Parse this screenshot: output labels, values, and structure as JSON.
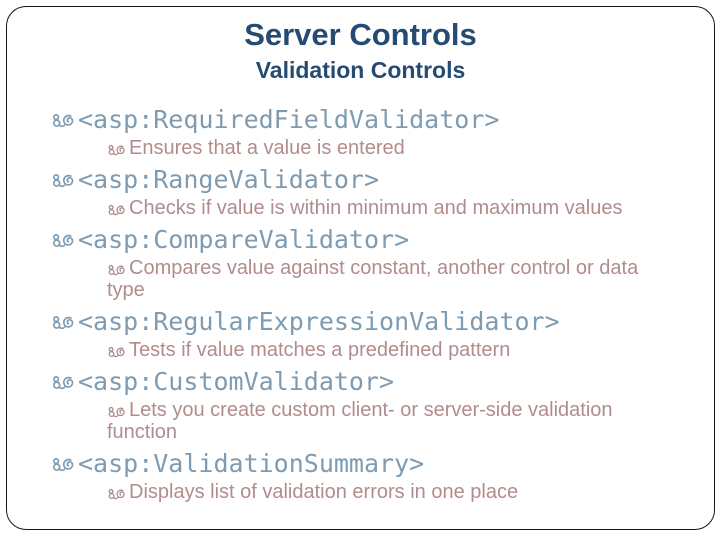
{
  "slide": {
    "title": "Server Controls",
    "subtitle": "Validation Controls"
  },
  "content": {
    "items": [
      {
        "tag": "<asp:RequiredFieldValidator>",
        "desc": "Ensures that a value is entered"
      },
      {
        "tag": "<asp:RangeValidator>",
        "desc": "Checks if value is within minimum and maximum values"
      },
      {
        "tag": "<asp:CompareValidator>",
        "desc": "Compares value against constant, another control or data\ntype"
      },
      {
        "tag": "<asp:RegularExpressionValidator>",
        "desc": "Tests if value matches a predefined pattern"
      },
      {
        "tag": "<asp:CustomValidator>",
        "desc": "Lets you create custom client- or server-side validation\nfunction"
      },
      {
        "tag": "<asp:ValidationSummary>",
        "desc": "Displays list of validation errors in one place"
      }
    ]
  },
  "icons": {
    "level1_bullet": "ribbon-scribble-bullet-icon",
    "level2_bullet": "ribbon-scribble-bullet-icon"
  },
  "colors": {
    "title_text": "#254B72",
    "body_text": "#1B1B1B",
    "code_text": "#151515",
    "bullet_level1": "#7E9BB1",
    "bullet_level2": "#B28C8C",
    "border": "#151515",
    "background": "#FFFFFF"
  }
}
